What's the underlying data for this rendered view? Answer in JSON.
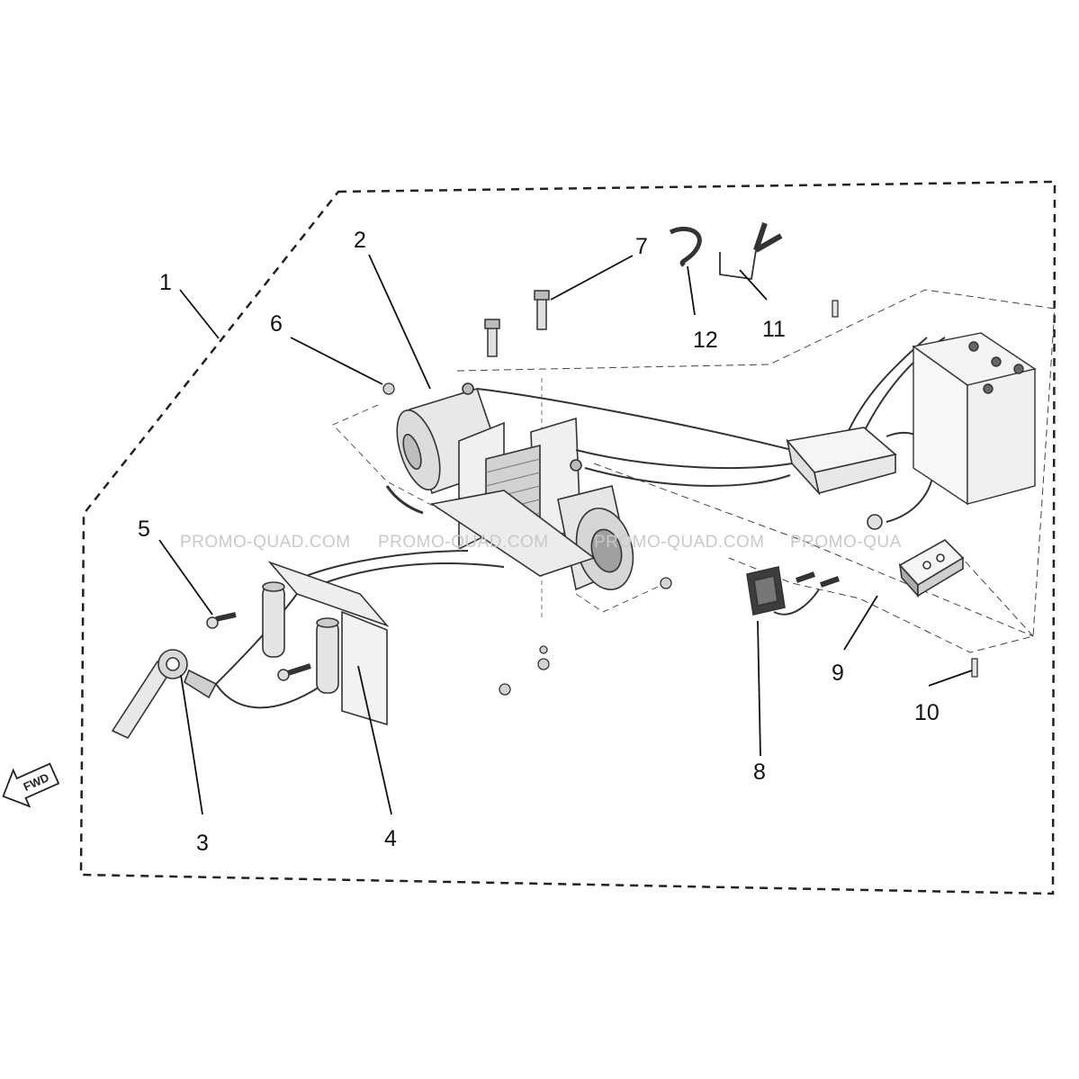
{
  "callouts": {
    "c1": "1",
    "c2": "2",
    "c3": "3",
    "c4": "4",
    "c5": "5",
    "c6": "6",
    "c7": "7",
    "c8": "8",
    "c9": "9",
    "c10": "10",
    "c11": "11",
    "c12": "12"
  },
  "watermarks": [
    "PROMO-QUAD.COM",
    "PROMO-QUAD.COM",
    "PROMO-QUAD.COM",
    "PROMO-QUA"
  ],
  "direction_arrow": {
    "label": "FWD",
    "icon": "fwd-arrow-icon"
  }
}
